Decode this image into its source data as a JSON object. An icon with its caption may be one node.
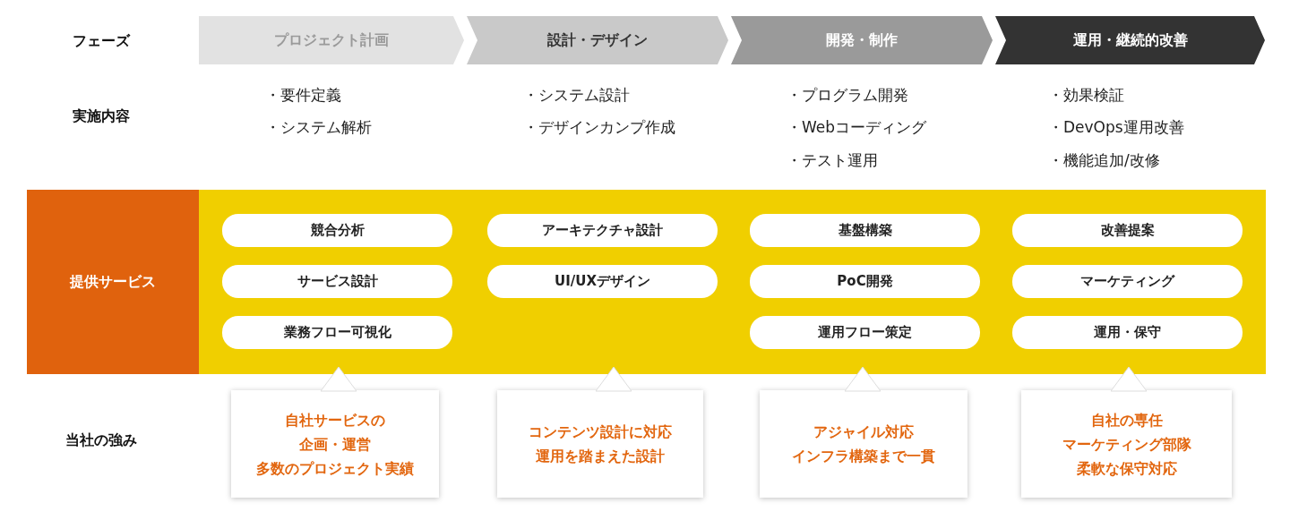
{
  "diagram": {
    "nodes": [
      {
        "text": [
          "プロジェクト計画"
        ]
      },
      {
        "text": [
          "設計・デザイン"
        ]
      },
      {
        "text": [
          "開発・制作"
        ]
      },
      {
        "text": [
          "運用・継続的改善"
        ]
      },
      {
        "text": [
          "提供サービス"
        ]
      },
      {
        "text": [],
        "shape": "bar"
      },
      {
        "text": [
          "競合分析"
        ],
        "in": 5
      },
      {
        "text": [
          "アーキテクチャ設計"
        ],
        "in": 5
      },
      {
        "text": [
          "基盤構築"
        ],
        "in": 5
      },
      {
        "text": [
          "改善提案"
        ],
        "in": 5
      },
      {
        "text": [
          "サービス設計"
        ],
        "in": 5
      },
      {
        "text": [
          "UI/UXデザイン"
        ],
        "in": 5
      },
      {
        "text": [
          "PoC開発"
        ],
        "in": 5
      },
      {
        "text": [
          "マーケティング"
        ],
        "in": 5
      },
      {
        "text": [
          "業務フロー可視化"
        ],
        "in": 5
      },
      {
        "text": [
          "運用フロー策定"
        ],
        "in": 5
      },
      {
        "text": [
          "運用・保守"
        ],
        "in": 5
      },
      {
        "text": [
          "自社サービスの",
          "企画・運営",
          "多数のプロジェクト実績"
        ]
      },
      {
        "text": [
          "コンテンツ設計に対応",
          "運用を踏まえた設計"
        ]
      },
      {
        "text": [
          "アジャイル対応",
          "インフラ構築まで一貫"
        ]
      },
      {
        "text": [
          "自社の専任",
          "マーケティング部隊",
          "柔軟な保守対応"
        ]
      }
    ],
    "edges": [],
    "labels": [
      "フェーズ",
      "実施内容",
      "・要件定義",
      "・システム設計",
      "・プログラム開発",
      "・効果検証",
      "・システム解析",
      "・デザインカンプ作成",
      "・Webコーディング",
      "・DevOps運用改善",
      "・テスト運用",
      "・機能追加/改修",
      "当社の強み"
    ]
  }
}
